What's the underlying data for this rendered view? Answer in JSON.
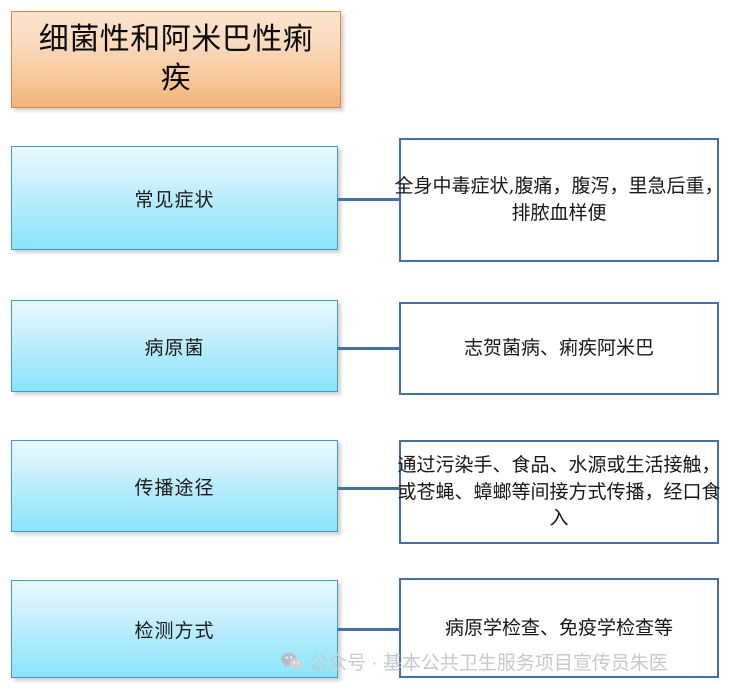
{
  "title": {
    "text": "细菌性和阿米巴性痢疾"
  },
  "rows": [
    {
      "label": "常见症状",
      "detail": "全身中毒症状,腹痛，腹泻，里急后重，排脓血样便",
      "multiline": true
    },
    {
      "label": "病原菌",
      "detail": "志贺菌病、痢疾阿米巴",
      "multiline": false
    },
    {
      "label": "传播途径",
      "detail": "通过污染手、食品、水源或生活接触，或苍蝇、蟑螂等间接方式传播，经口食入",
      "multiline": true
    },
    {
      "label": "检测方式",
      "detail": "病原学检查、免疫学检查等",
      "multiline": false
    }
  ],
  "watermark": {
    "icon": "wechat-icon",
    "text": "公众号 · 基本公共卫生服务项目宣传员朱医"
  },
  "colors": {
    "title_border": "#e1873c",
    "title_fill_top": "#fce4ce",
    "title_fill_bottom": "#f3b375",
    "blue_border": "#3d9cc4",
    "blue_fill_top": "#e8f9fe",
    "blue_fill_bottom": "#8ae5fb",
    "white_border": "#46709f",
    "connector": "#46709f",
    "watermark_text": "#c6c9cb",
    "page_background": "#ffffff"
  }
}
